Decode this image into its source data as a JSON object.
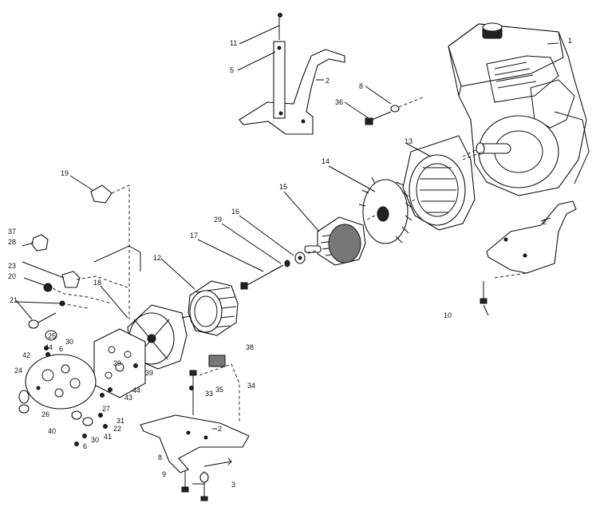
{
  "callouts": [
    {
      "id": "c1",
      "text": "1"
    },
    {
      "id": "c2a",
      "text": "2"
    },
    {
      "id": "c2b",
      "text": "2"
    },
    {
      "id": "c2c",
      "text": "2"
    },
    {
      "id": "c3",
      "text": "3"
    },
    {
      "id": "c5",
      "text": "5"
    },
    {
      "id": "c6a",
      "text": "6"
    },
    {
      "id": "c6b",
      "text": "6"
    },
    {
      "id": "c8a",
      "text": "8"
    },
    {
      "id": "c8b",
      "text": "8"
    },
    {
      "id": "c9",
      "text": "9"
    },
    {
      "id": "c10",
      "text": "10"
    },
    {
      "id": "c11",
      "text": "11"
    },
    {
      "id": "c12",
      "text": "12"
    },
    {
      "id": "c13",
      "text": "13"
    },
    {
      "id": "c14",
      "text": "14"
    },
    {
      "id": "c15",
      "text": "15"
    },
    {
      "id": "c16",
      "text": "16"
    },
    {
      "id": "c17",
      "text": "17"
    },
    {
      "id": "c18",
      "text": "18"
    },
    {
      "id": "c19",
      "text": "19"
    },
    {
      "id": "c20",
      "text": "20"
    },
    {
      "id": "c21",
      "text": "21"
    },
    {
      "id": "c22",
      "text": "22"
    },
    {
      "id": "c23",
      "text": "23"
    },
    {
      "id": "c24",
      "text": "24"
    },
    {
      "id": "c25",
      "text": "25"
    },
    {
      "id": "c26",
      "text": "26"
    },
    {
      "id": "c27",
      "text": "27"
    },
    {
      "id": "c28",
      "text": "28"
    },
    {
      "id": "c29a",
      "text": "29"
    },
    {
      "id": "c29b",
      "text": "29"
    },
    {
      "id": "c30a",
      "text": "30"
    },
    {
      "id": "c30b",
      "text": "30"
    },
    {
      "id": "c31",
      "text": "31"
    },
    {
      "id": "c33",
      "text": "33"
    },
    {
      "id": "c34",
      "text": "34"
    },
    {
      "id": "c35",
      "text": "35"
    },
    {
      "id": "c36",
      "text": "36"
    },
    {
      "id": "c37",
      "text": "37"
    },
    {
      "id": "c38",
      "text": "38"
    },
    {
      "id": "c39",
      "text": "39"
    },
    {
      "id": "c40",
      "text": "40"
    },
    {
      "id": "c41",
      "text": "41"
    },
    {
      "id": "c42",
      "text": "42"
    },
    {
      "id": "c43",
      "text": "43"
    },
    {
      "id": "c44a",
      "text": "44"
    },
    {
      "id": "c44b",
      "text": "44"
    }
  ]
}
